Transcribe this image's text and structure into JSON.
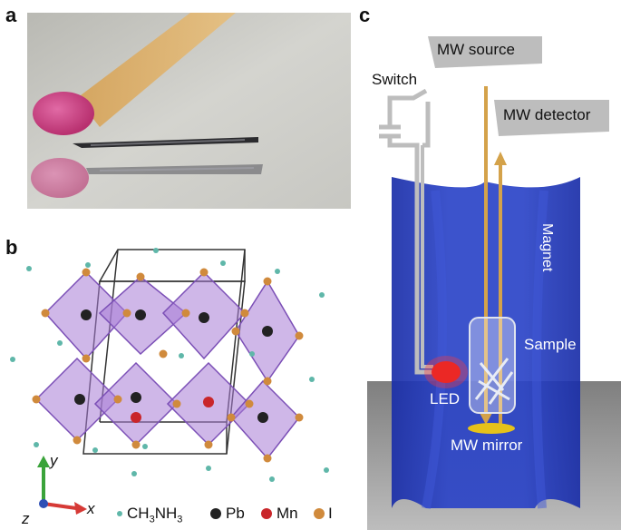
{
  "figure": {
    "panels": {
      "a": {
        "letter": "a"
      },
      "b": {
        "letter": "b",
        "axes": {
          "y": "y",
          "x": "x",
          "z": "z"
        },
        "legend": [
          {
            "key": "ch3nh3",
            "text": "CH3NH3",
            "color": "#5fb7a9"
          },
          {
            "key": "pb",
            "text": "Pb",
            "color": "#222222"
          },
          {
            "key": "mn",
            "text": "Mn",
            "color": "#c9262a"
          },
          {
            "key": "i",
            "text": "I",
            "color": "#d08a3c"
          }
        ],
        "legend_ch3nh3": {
          "a": "CH",
          "b": "3",
          "c": "NH",
          "d": "3"
        }
      },
      "c": {
        "letter": "c",
        "labels": {
          "mw_source": "MW source",
          "switch": "Switch",
          "mw_detector": "MW detector",
          "magnet": "Magnet",
          "sample": "Sample",
          "led": "LED",
          "mw_mirror": "MW mirror"
        }
      }
    },
    "colors": {
      "magnet_blue": "#1a2ea8",
      "polyhedron": "#a77bd6",
      "beam": "#d4a24a",
      "led": "#e0201b"
    }
  }
}
